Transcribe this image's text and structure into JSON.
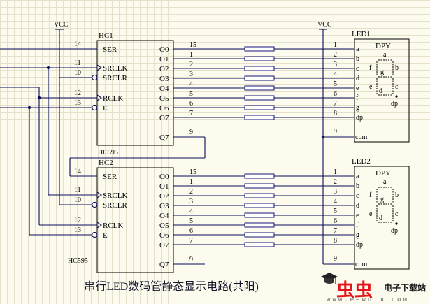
{
  "vcc": [
    "VCC",
    "VCC"
  ],
  "chips": [
    {
      "ref": "HC1",
      "part": "HC595",
      "inputs": [
        {
          "pin": "14",
          "name": "SER"
        },
        {
          "pin": "11",
          "name": "SRCLK"
        },
        {
          "pin": "10",
          "name": "SRCLR"
        },
        {
          "pin": "12",
          "name": "RCLK"
        },
        {
          "pin": "13",
          "name": "E"
        }
      ],
      "outputs": [
        {
          "pin": "15",
          "name": "O0"
        },
        {
          "pin": "1",
          "name": "O1"
        },
        {
          "pin": "2",
          "name": "O2"
        },
        {
          "pin": "3",
          "name": "O3"
        },
        {
          "pin": "4",
          "name": "O4"
        },
        {
          "pin": "5",
          "name": "O5"
        },
        {
          "pin": "6",
          "name": "O6"
        },
        {
          "pin": "7",
          "name": "O7"
        }
      ],
      "serial_out": {
        "pin": "9",
        "name": "Q7"
      }
    },
    {
      "ref": "HC2",
      "part": "HC595",
      "inputs": [
        {
          "pin": "14",
          "name": "SER"
        },
        {
          "pin": "11",
          "name": "SRCLK"
        },
        {
          "pin": "10",
          "name": "SRCLR"
        },
        {
          "pin": "12",
          "name": "RCLK"
        },
        {
          "pin": "13",
          "name": "E"
        }
      ],
      "outputs": [
        {
          "pin": "15",
          "name": "O0"
        },
        {
          "pin": "1",
          "name": "O1"
        },
        {
          "pin": "2",
          "name": "O2"
        },
        {
          "pin": "3",
          "name": "O3"
        },
        {
          "pin": "4",
          "name": "O4"
        },
        {
          "pin": "5",
          "name": "O5"
        },
        {
          "pin": "6",
          "name": "O6"
        },
        {
          "pin": "7",
          "name": "O7"
        }
      ],
      "serial_out": {
        "pin": "9",
        "name": "Q7"
      }
    }
  ],
  "displays": [
    {
      "ref": "LED1",
      "type": "DPY",
      "pins": [
        {
          "num": "1",
          "seg": "a"
        },
        {
          "num": "2",
          "seg": "b"
        },
        {
          "num": "3",
          "seg": "c"
        },
        {
          "num": "4",
          "seg": "d"
        },
        {
          "num": "5",
          "seg": "e"
        },
        {
          "num": "6",
          "seg": "f"
        },
        {
          "num": "7",
          "seg": "g"
        },
        {
          "num": "8",
          "seg": "dp"
        }
      ],
      "common": {
        "num": "9",
        "name": "com"
      },
      "segment_labels": {
        "a": "a",
        "b": "b",
        "c": "c",
        "d": "d",
        "e": "e",
        "f": "f",
        "g": "g",
        "dp": "dp"
      }
    },
    {
      "ref": "LED2",
      "type": "DPY",
      "pins": [
        {
          "num": "1",
          "seg": "a"
        },
        {
          "num": "2",
          "seg": "b"
        },
        {
          "num": "3",
          "seg": "c"
        },
        {
          "num": "4",
          "seg": "d"
        },
        {
          "num": "5",
          "seg": "e"
        },
        {
          "num": "6",
          "seg": "f"
        },
        {
          "num": "7",
          "seg": "g"
        },
        {
          "num": "8",
          "seg": "dp"
        }
      ],
      "common": {
        "num": "9",
        "name": "com"
      },
      "segment_labels": {
        "a": "a",
        "b": "b",
        "c": "c",
        "d": "d",
        "e": "e",
        "f": "f",
        "g": "g",
        "dp": "dp"
      }
    }
  ],
  "title": "串行LED数码管静态显示电路(共阳)",
  "watermark": {
    "logo": "虫虫",
    "site": "电子下载站",
    "url": "www.eeworm.com"
  }
}
